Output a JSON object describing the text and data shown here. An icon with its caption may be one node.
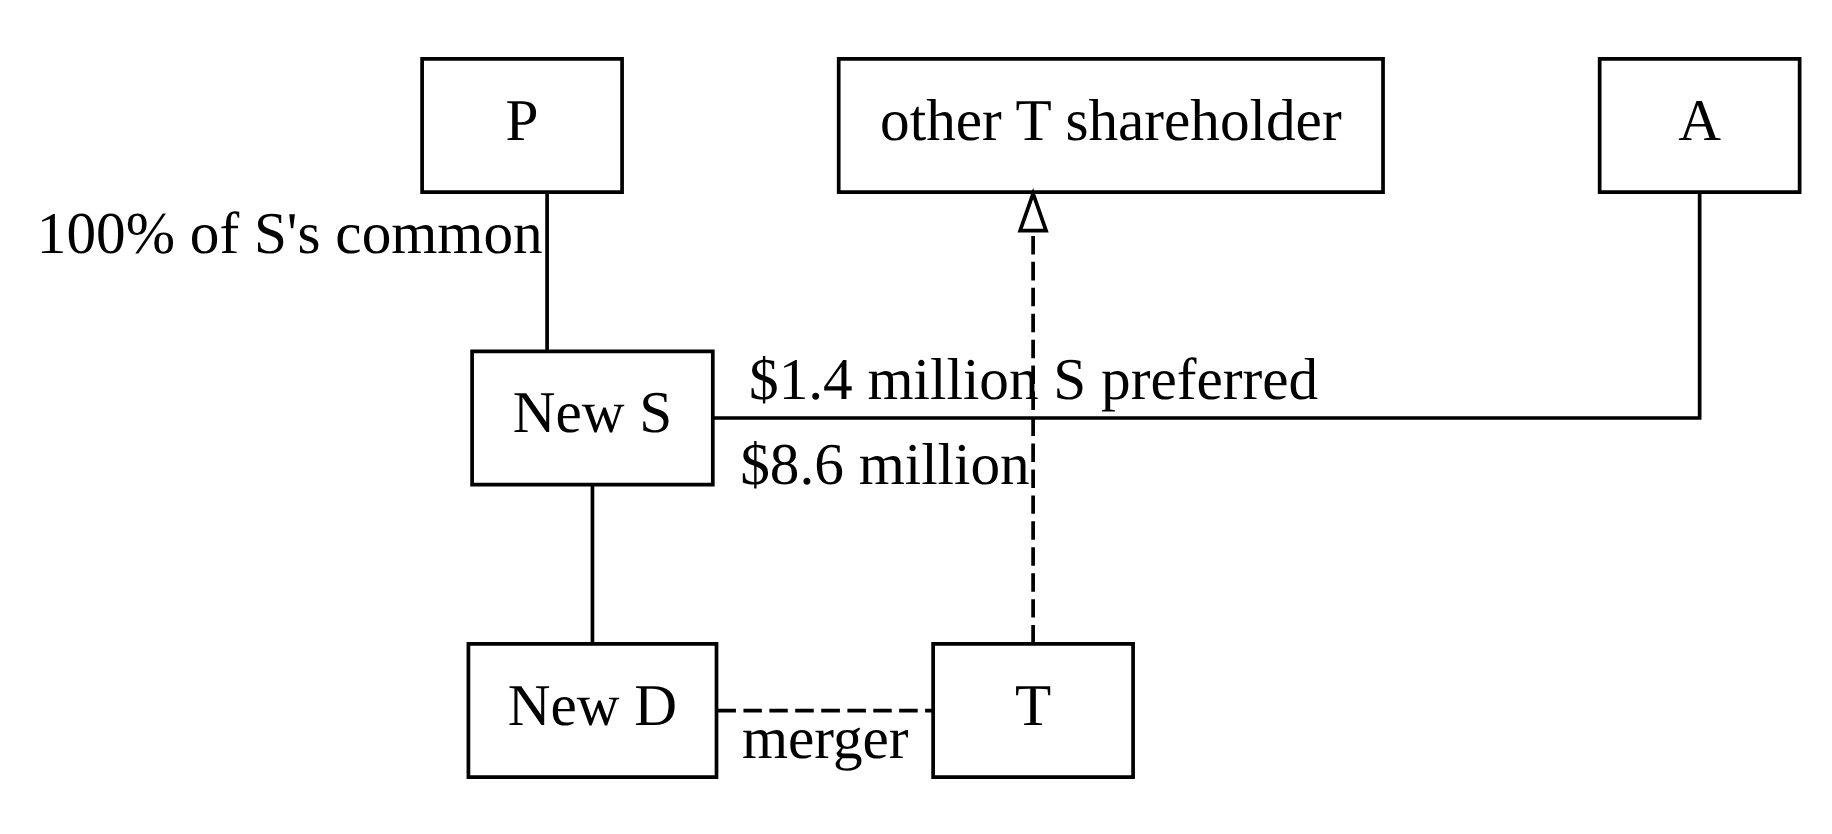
{
  "diagram": {
    "nodes": [
      {
        "text": [
          "P"
        ]
      },
      {
        "text": [
          "A"
        ]
      },
      {
        "text": [
          "other T shareholder"
        ]
      },
      {
        "text": [
          "New S"
        ]
      },
      {
        "text": [
          "New D"
        ]
      },
      {
        "text": [
          "T"
        ]
      }
    ],
    "edges": [
      {
        "from": 0,
        "to": 3,
        "arrow": "none",
        "label": "100% of S's common"
      },
      {
        "from": 1,
        "to": 3,
        "arrow": "none",
        "label": "$1.4 million S preferred"
      },
      {
        "from": 3,
        "to": 4,
        "arrow": "none"
      },
      {
        "from": 4,
        "to": 5,
        "arrow": "none",
        "style": "dashed",
        "label": "merger"
      },
      {
        "from": 5,
        "to": 2,
        "arrow": "to",
        "style": "dashed",
        "label": "$8.6 million"
      }
    ]
  }
}
